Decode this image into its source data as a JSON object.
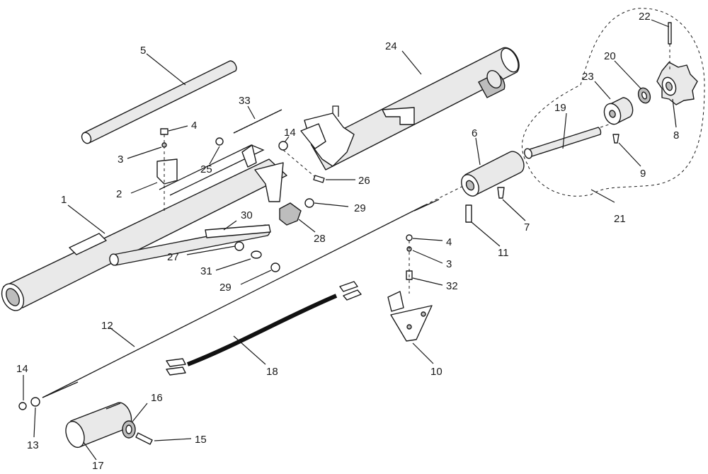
{
  "diagram": {
    "callouts": [
      "1",
      "2",
      "3",
      "4",
      "5",
      "6",
      "7",
      "8",
      "9",
      "10",
      "11",
      "12",
      "13",
      "14",
      "15",
      "16",
      "17",
      "18",
      "19",
      "20",
      "21",
      "22",
      "23",
      "24",
      "25",
      "26",
      "27",
      "28",
      "29",
      "30",
      "31",
      "32",
      "33"
    ]
  }
}
